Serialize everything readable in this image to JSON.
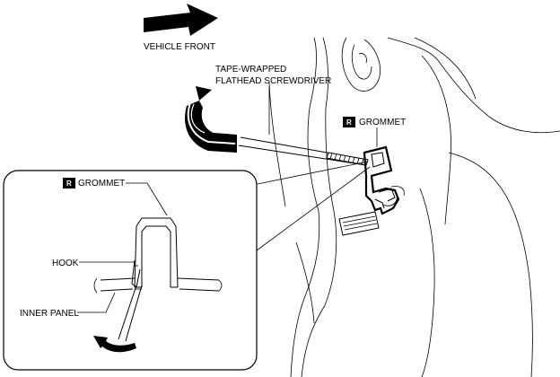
{
  "labels": {
    "vehicle_front": "VEHICLE FRONT",
    "tool_line1": "TAPE-WRAPPED",
    "tool_line2": "FLATHEAD SCREWDRIVER",
    "grommet_main": "GROMMET",
    "grommet_detail": "GROMMET",
    "hook": "HOOK",
    "inner_panel": "INNER PANEL"
  },
  "badges": {
    "right_side": "R"
  },
  "icons": {
    "front_arrow": "arrow-right-icon",
    "rotate_large": "rotate-arrow-icon",
    "rotate_small": "rotate-arrow-icon"
  },
  "colors": {
    "ink": "#000000",
    "background": "#ffffff"
  }
}
